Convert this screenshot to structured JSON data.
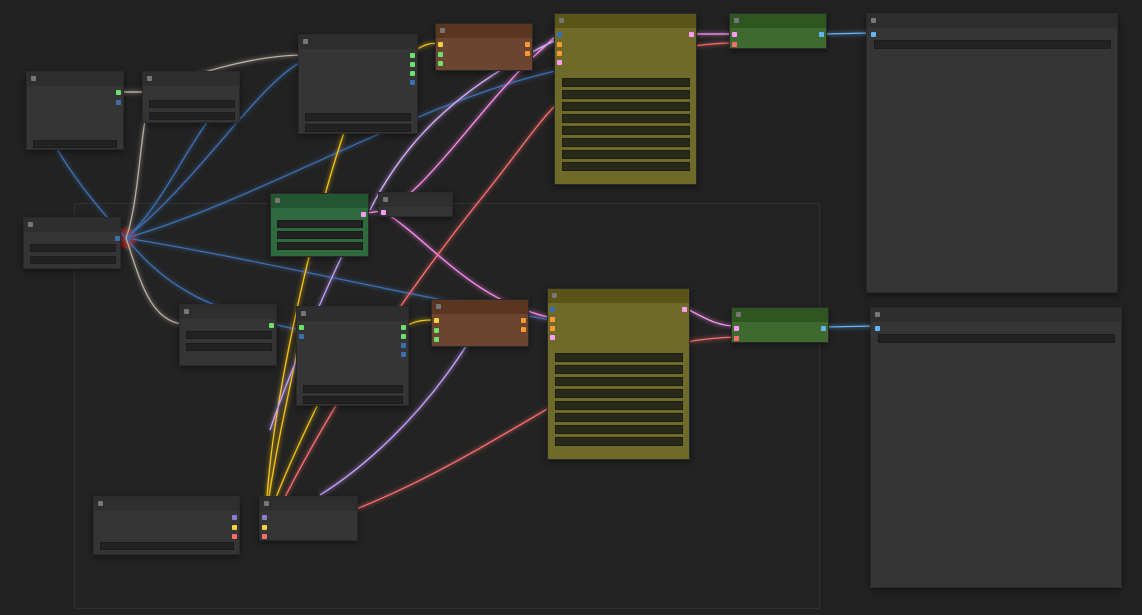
{
  "canvas": {
    "background": "#222222",
    "wire_colors": {
      "model": "#3d6fb0",
      "clip": "#f5d142",
      "vae": "#ff6e6e",
      "latent": "#ff9cf9",
      "conditioning": "#e8a4ff",
      "image": "#64b5f6",
      "int": "#b8b8a0"
    }
  },
  "nodes": [
    {
      "id": "n1",
      "kind": "default"
    },
    {
      "id": "n2",
      "kind": "default"
    },
    {
      "id": "n3",
      "kind": "default"
    },
    {
      "id": "n4",
      "kind": "default"
    },
    {
      "id": "n5",
      "kind": "brown"
    },
    {
      "id": "n6",
      "kind": "olive"
    },
    {
      "id": "n7",
      "kind": "green"
    },
    {
      "id": "n8",
      "kind": "preview"
    },
    {
      "id": "n9",
      "kind": "teal"
    },
    {
      "id": "n10",
      "kind": "default"
    },
    {
      "id": "n11",
      "kind": "default"
    },
    {
      "id": "n12",
      "kind": "default"
    },
    {
      "id": "n13",
      "kind": "brown"
    },
    {
      "id": "n14",
      "kind": "olive"
    },
    {
      "id": "n15",
      "kind": "green"
    },
    {
      "id": "n16",
      "kind": "preview"
    },
    {
      "id": "n17",
      "kind": "default"
    },
    {
      "id": "n18",
      "kind": "default"
    }
  ]
}
